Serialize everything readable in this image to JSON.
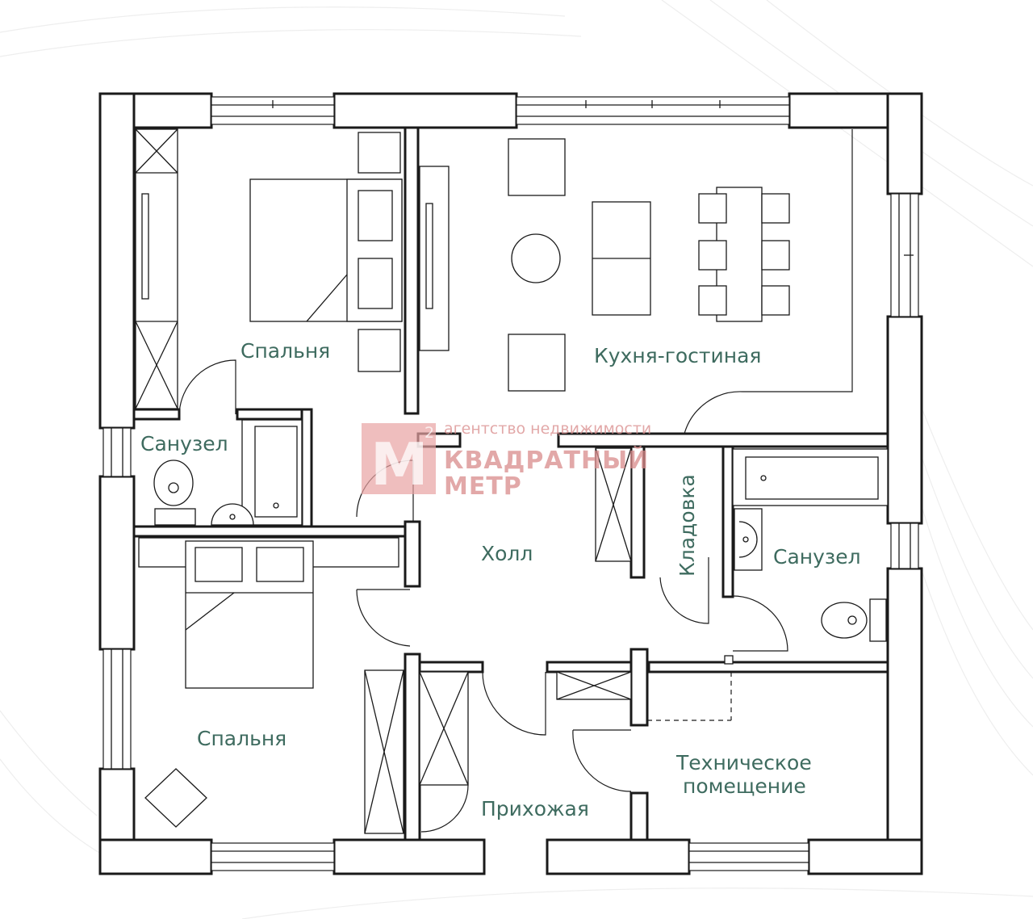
{
  "rooms": {
    "bedroom_top": "Спальня",
    "kitchen_living": "Кухня-гостиная",
    "bathroom_left": "Санузел",
    "storage": "Кладовка",
    "bathroom_right": "Санузел",
    "hall": "Холл",
    "bedroom_bottom": "Спальня",
    "technical_1": "Техническое",
    "technical_2": "помещение",
    "entrance_hall": "Прихожая"
  },
  "watermark": {
    "logo_letter": "М",
    "logo_digit": "2",
    "tagline": "агентство недвижимости",
    "name_line1": "КВАДРАТНЫЙ",
    "name_line2": "МЕТР"
  },
  "colors": {
    "label": "#3e6b5f",
    "wall": "#1a1a1a",
    "watermark": "#d98b8b"
  }
}
